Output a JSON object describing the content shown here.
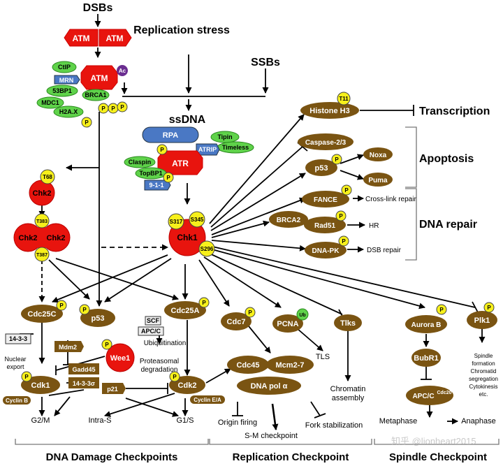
{
  "top": {
    "dsbs": "DSBs",
    "replication_stress": "Replication stress",
    "ssbs": "SSBs",
    "ssdna": "ssDNA"
  },
  "atm": {
    "atm": "ATM",
    "mrn": "MRN",
    "ctip": "CtIP",
    "ac": "Ac",
    "s3bp1": "53BP1",
    "brca1": "BRCA1",
    "mdc1": "MDC1",
    "h2ax": "H2A.X",
    "p": "P"
  },
  "atr": {
    "rpa": "RPA",
    "tipin": "Tipin",
    "timeless": "Timeless",
    "atrip": "ATRIP",
    "claspin": "Claspin",
    "atr": "ATR",
    "topbp1": "TopBP1",
    "nine11": "9-1-1"
  },
  "chk2": {
    "name": "Chk2",
    "t68": "T68",
    "t383": "T383",
    "t387": "T387"
  },
  "chk1": {
    "name": "Chk1",
    "s317": "S317",
    "s345": "S345",
    "s296": "S296"
  },
  "right": {
    "histone": "Histone H3",
    "t11": "T11",
    "transcription": "Transcription",
    "caspase": "Caspase-2/3",
    "p53": "p53",
    "noxa": "Noxa",
    "puma": "Puma",
    "apoptosis": "Apoptosis",
    "fance": "FANCE",
    "crosslink": "Cross-link repair",
    "brca2": "BRCA2",
    "rad51": "Rad51",
    "hr": "HR",
    "dnapk": "DNA-PK",
    "dsb_repair": "DSB repair",
    "dna_repair": "DNA repair"
  },
  "mid": {
    "cdc25c": "Cdc25C",
    "p53": "p53",
    "cdc25a": "Cdc25A",
    "cdc7": "Cdc7",
    "pcna": "PCNA",
    "ub": "Ub",
    "tlks": "Tlks",
    "aurorab": "Aurora B",
    "plk1": "Plk1",
    "scf": "SCF",
    "apcc": "APC/C",
    "ubiquitination": "Ubiquitination",
    "proteasomal": "Proteasomal degradation",
    "k1433": "14-3-3",
    "nuclear_export": "Nuclear export",
    "mdm2": "Mdm2",
    "wee1": "Wee1",
    "gadd45": "Gadd45",
    "k1433s": "14-3-3σ",
    "p21": "p21",
    "cdk1": "Cdk1",
    "cyclinb": "Cyclin B",
    "cdk2": "Cdk2",
    "cyclinea": "Cyclin E/A",
    "cdc45": "Cdc45",
    "mcm27": "Mcm2-7",
    "dnapol": "DNA pol α",
    "tls": "TLS",
    "chromatin": "Chromatin assembly",
    "bubr1": "BubR1",
    "apc": "APC/C",
    "cdc20": "Cdc20",
    "spindle": "Spindle formation Chromatid segregation Cytokinesis etc."
  },
  "bottom": {
    "g2m": "G2/M",
    "intras": "Intra-S",
    "g1s": "G1/S",
    "origin": "Origin firing",
    "fork": "Fork stabilization",
    "sm": "S-M checkpoint",
    "metaphase": "Metaphase",
    "anaphase": "Anaphase",
    "dna_damage_cp": "DNA Damage Checkpoints",
    "replication_cp": "Replication Checkpoint",
    "spindle_cp": "Spindle Checkpoint",
    "watermark": "知乎 @lionheart2015"
  },
  "colors": {
    "brown": "#7a5412",
    "red": "#e8140e",
    "yellow": "#f7f01b",
    "green": "#5fd24a",
    "blue": "#4a78c4",
    "purple": "#6a2d90"
  }
}
